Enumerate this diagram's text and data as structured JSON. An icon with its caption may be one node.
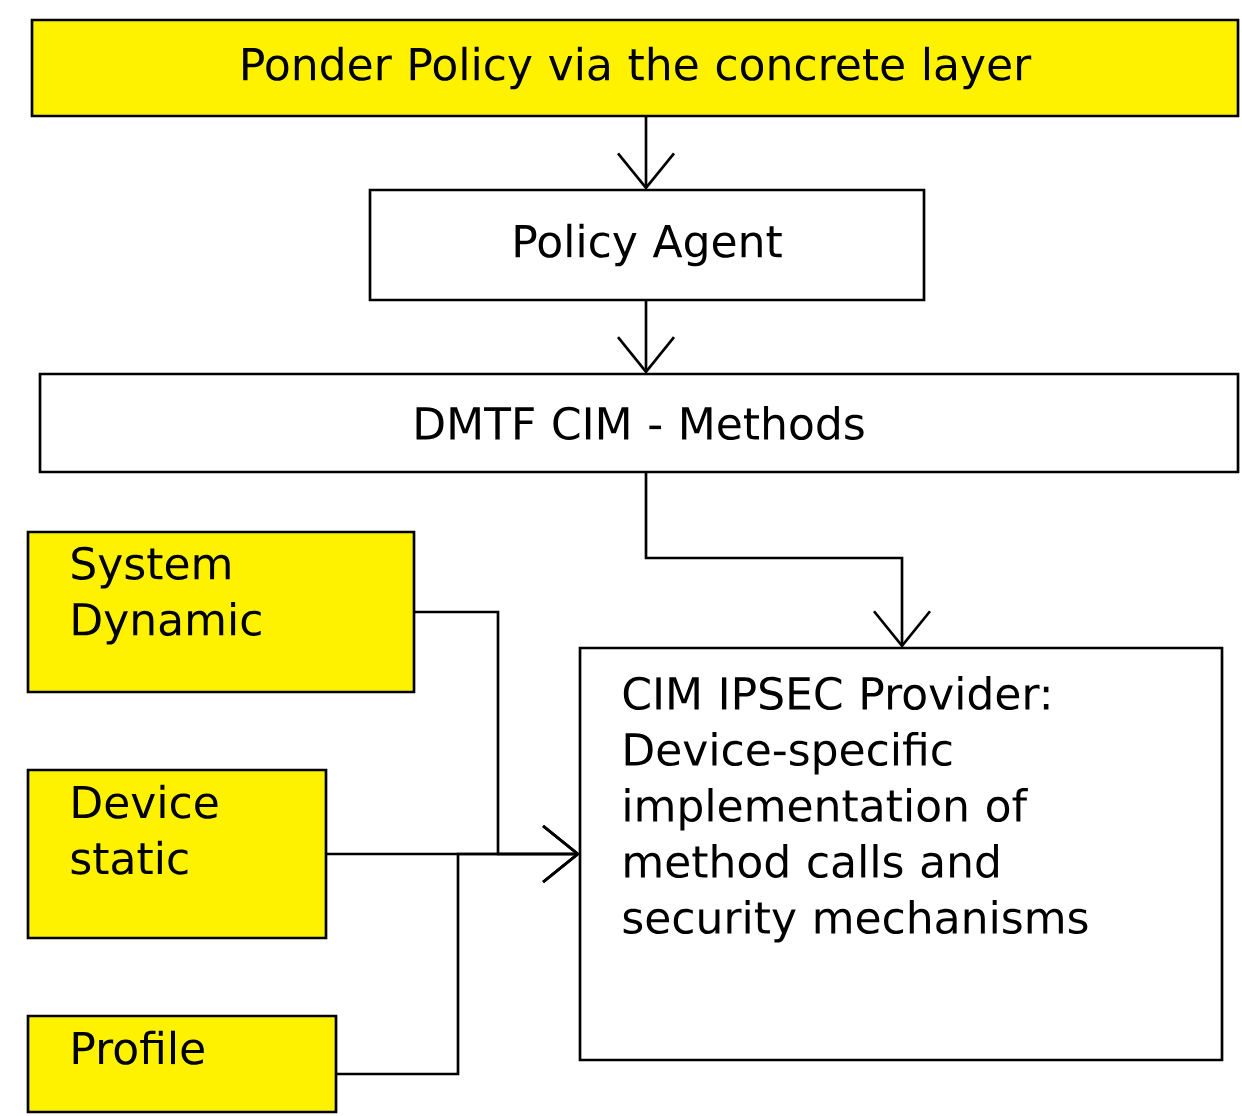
{
  "diagram": {
    "nodes": [
      {
        "text": [
          "Ponder Policy via the concrete layer"
        ]
      },
      {
        "text": [
          "Policy Agent"
        ]
      },
      {
        "text": [
          "DMTF CIM - Methods"
        ]
      },
      {
        "text": [
          "System Dynamic"
        ]
      },
      {
        "text": [
          "Device static"
        ]
      },
      {
        "text": [
          "Profile"
        ]
      },
      {
        "text": [
          "CIM IPSEC Provider: Device-specific implementation of method calls and security mechanisms"
        ]
      }
    ],
    "edges": [
      {
        "from": 0,
        "to": 1,
        "arrow": "to"
      },
      {
        "from": 1,
        "to": 2,
        "arrow": "to"
      },
      {
        "from": 2,
        "to": 6,
        "arrow": "to"
      },
      {
        "from": 3,
        "to": 6,
        "arrow": "to"
      },
      {
        "from": 4,
        "to": 6,
        "arrow": "to"
      },
      {
        "from": 5,
        "to": 6,
        "arrow": "to"
      }
    ]
  }
}
